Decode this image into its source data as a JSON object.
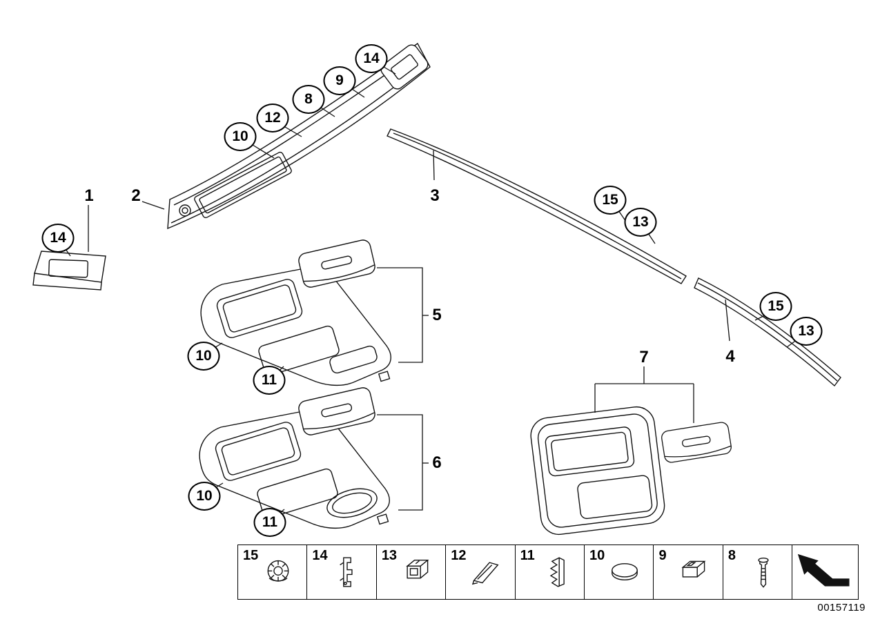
{
  "diagram": {
    "number": "00157119"
  },
  "part_labels": [
    {
      "label": "1"
    },
    {
      "label": "2"
    },
    {
      "label": "3"
    },
    {
      "label": "4"
    },
    {
      "label": "5"
    },
    {
      "label": "6"
    },
    {
      "label": "7"
    }
  ],
  "callouts": [
    {
      "label": "14"
    },
    {
      "label": "9"
    },
    {
      "label": "8"
    },
    {
      "label": "12"
    },
    {
      "label": "10"
    },
    {
      "label": "15"
    },
    {
      "label": "13"
    },
    {
      "label": "14"
    },
    {
      "label": "15"
    },
    {
      "label": "13"
    },
    {
      "label": "10"
    },
    {
      "label": "11"
    },
    {
      "label": "10"
    },
    {
      "label": "11"
    }
  ],
  "legend": {
    "items": [
      {
        "label": "15",
        "icon": "grommet-icon"
      },
      {
        "label": "14",
        "icon": "bracket-clip-icon"
      },
      {
        "label": "13",
        "icon": "socket-clip-icon"
      },
      {
        "label": "12",
        "icon": "spring-clip-icon"
      },
      {
        "label": "11",
        "icon": "retainer-clip-icon"
      },
      {
        "label": "10",
        "icon": "oval-plug-icon"
      },
      {
        "label": "9",
        "icon": "cage-nut-icon"
      },
      {
        "label": "8",
        "icon": "expansion-rivet-icon"
      }
    ],
    "page_reference_icon": "arrow-up-left-icon"
  }
}
